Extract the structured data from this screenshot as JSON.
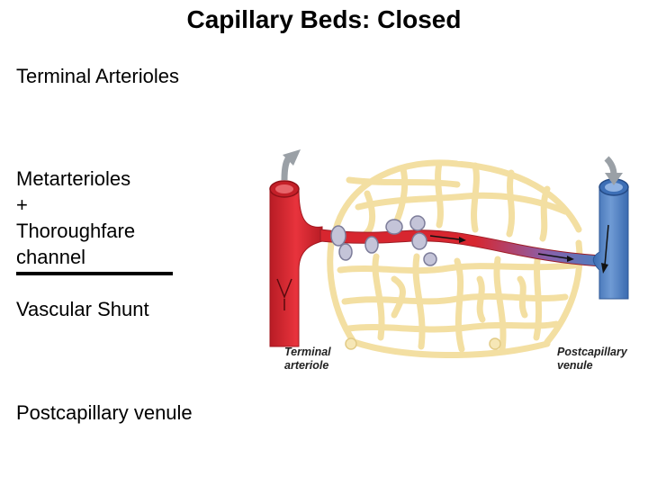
{
  "title": "Capillary Beds: Closed",
  "sidebar": {
    "labels": [
      "Terminal Arterioles",
      "Metarterioles",
      "+",
      "Thoroughfare",
      "channel",
      "Vascular Shunt",
      "Postcapillary venule"
    ]
  },
  "diagram": {
    "captions": {
      "terminal_line1": "Terminal",
      "terminal_line2": "arteriole",
      "postcap_line1": "Postcapillary",
      "postcap_line2": "venule"
    },
    "colors": {
      "arteriole": "#d7262f",
      "venule": "#4a7fc1",
      "capillary_network": "#f6e7b6",
      "sphincter": "#b9b9cf"
    }
  }
}
